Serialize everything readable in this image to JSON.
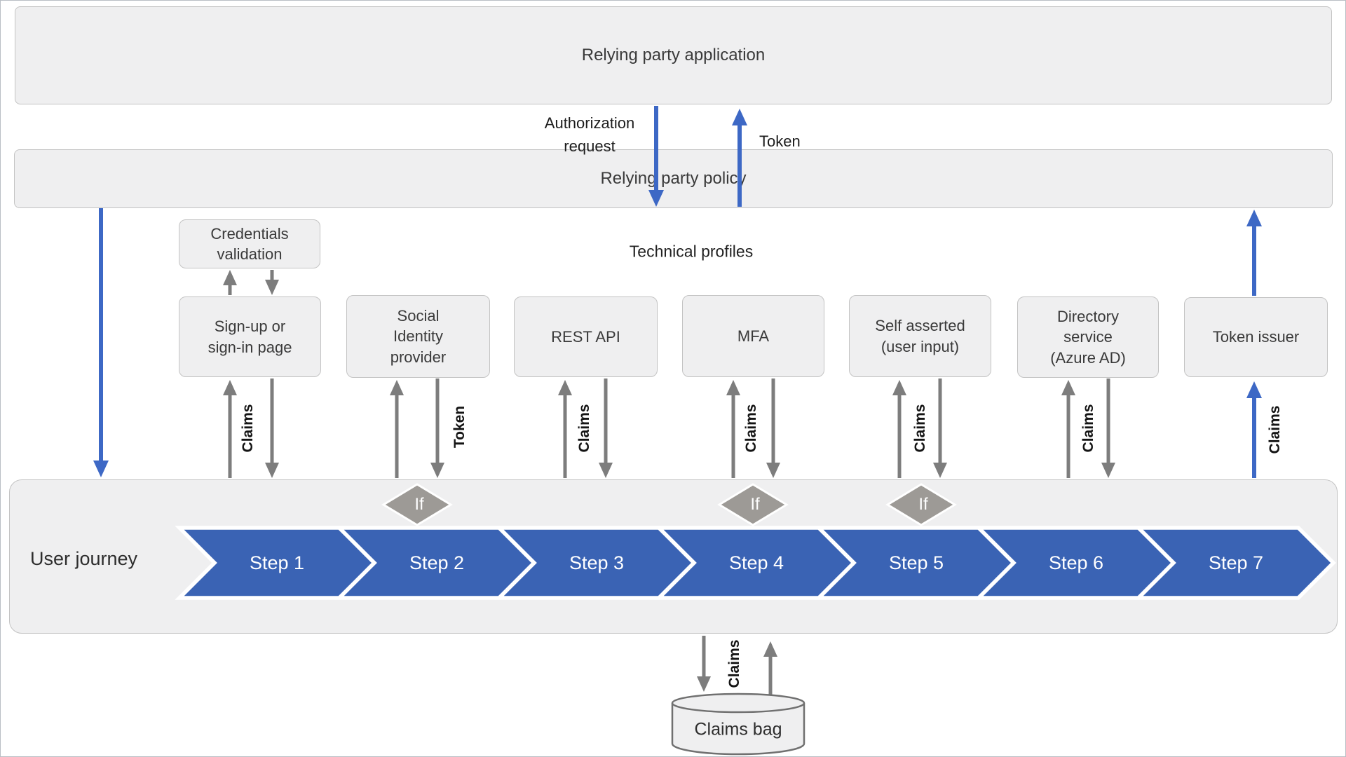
{
  "header": {
    "relying_party_application": "Relying party application",
    "relying_party_policy": "Relying party policy"
  },
  "flow_labels": {
    "authorization_request": "Authorization\nrequest",
    "token_to_app": "Token",
    "claims": "Claims",
    "token_from_social": "Token",
    "if_label": "If"
  },
  "technical_profiles": {
    "title": "Technical profiles",
    "credentials_validation": "Credentials\nvalidation",
    "signup_signin": "Sign-up or\nsign-in page",
    "social_identity_provider": "Social\nIdentity\nprovider",
    "rest_api": "REST API",
    "mfa": "MFA",
    "self_asserted": "Self asserted\n(user input)",
    "directory_service": "Directory\nservice\n(Azure AD)",
    "token_issuer": "Token issuer"
  },
  "journey": {
    "label": "User journey",
    "steps": [
      "Step 1",
      "Step 2",
      "Step 3",
      "Step 4",
      "Step 5",
      "Step 6",
      "Step 7"
    ]
  },
  "claims_bag": {
    "label": "Claims bag"
  },
  "colors": {
    "blue_arrow": "#3d68c5",
    "blue_step": "#3a63b4",
    "gray_arrow": "#7d7d7d",
    "diamond_gray": "#9d9a96",
    "box_fill": "#efeff0",
    "box_border": "#c3c3c3"
  }
}
